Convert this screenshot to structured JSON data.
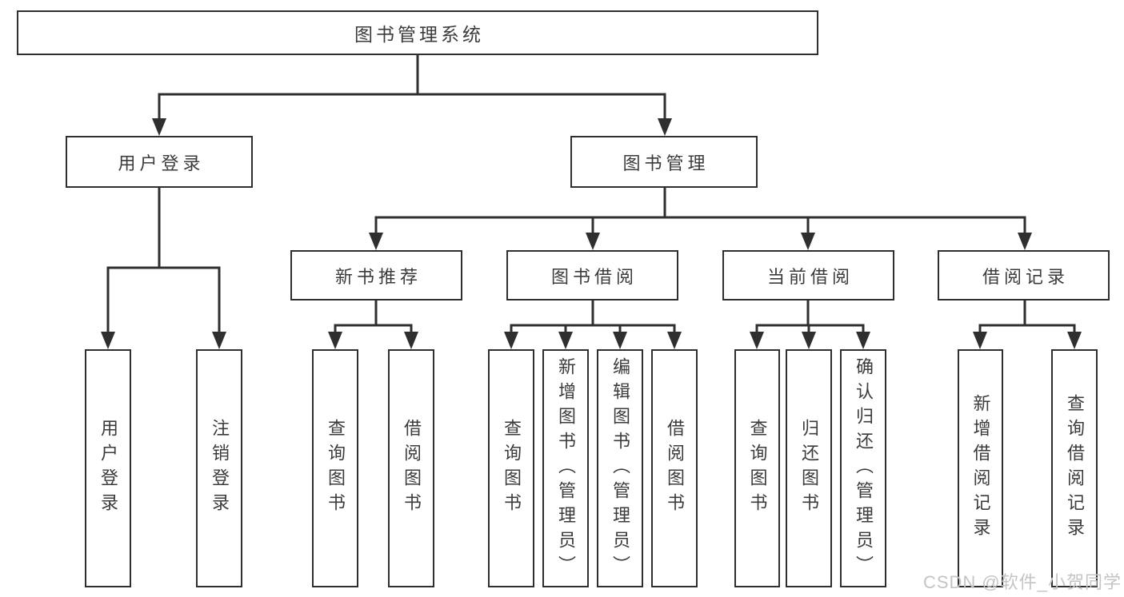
{
  "tree": {
    "label": "图书管理系统",
    "children": [
      {
        "label": "用户登录",
        "children": [
          {
            "label": "用户登录"
          },
          {
            "label": "注销登录"
          }
        ]
      },
      {
        "label": "图书管理",
        "children": [
          {
            "label": "新书推荐",
            "children": [
              {
                "label": "查询图书"
              },
              {
                "label": "借阅图书"
              }
            ]
          },
          {
            "label": "图书借阅",
            "children": [
              {
                "label": "查询图书"
              },
              {
                "label": "新增图书（管理员）"
              },
              {
                "label": "编辑图书（管理员）"
              },
              {
                "label": "借阅图书"
              }
            ]
          },
          {
            "label": "当前借阅",
            "children": [
              {
                "label": "查询图书"
              },
              {
                "label": "归还图书"
              },
              {
                "label": "确认归还（管理员）"
              }
            ]
          },
          {
            "label": "借阅记录",
            "children": [
              {
                "label": "新增借阅记录"
              },
              {
                "label": "查询借阅记录"
              }
            ]
          }
        ]
      }
    ]
  },
  "watermark": {
    "text": "CSDN @软件_小贺同学",
    "color": "#c4c4c4"
  },
  "colors": {
    "line": "#2f2f2f",
    "box_border": "#2f2f2f",
    "text": "#3b3b3b",
    "background": "#ffffff",
    "watermark": "#c4c4c4"
  }
}
